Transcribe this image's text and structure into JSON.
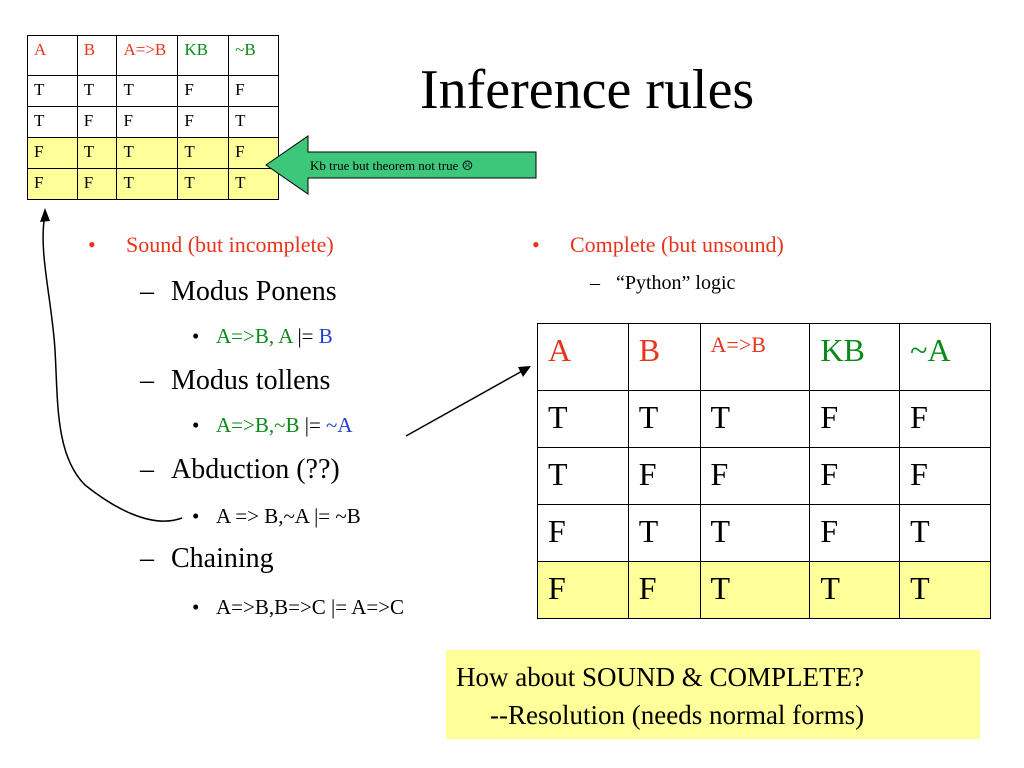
{
  "title": "Inference rules",
  "small_table": {
    "headers": [
      "A",
      "B",
      "A=>B",
      "KB",
      "~B"
    ],
    "rows": [
      [
        "T",
        "T",
        "T",
        "F",
        "F"
      ],
      [
        "T",
        "F",
        "F",
        "F",
        "T"
      ],
      [
        "F",
        "T",
        "T",
        "T",
        "F"
      ],
      [
        "F",
        "F",
        "T",
        "T",
        "T"
      ]
    ],
    "highlighted_rows": [
      2,
      3
    ]
  },
  "callout": "Kb true but theorem not true ☹",
  "left_list": {
    "heading": "Sound (but incomplete)",
    "items": [
      {
        "label": "Modus Ponens",
        "formula": {
          "a": "A=>B, A ",
          "turnstile": "|=",
          "b": " B"
        }
      },
      {
        "label": "Modus tollens",
        "formula": {
          "a": "A=>B,~B ",
          "turnstile": "|=",
          "b": " ~A"
        }
      },
      {
        "label": "Abduction (??)",
        "formula": {
          "a": "A => B,~A |= ~B"
        }
      },
      {
        "label": "Chaining",
        "formula": {
          "a": "A=>B,B=>C |= A=>C"
        }
      }
    ]
  },
  "right_list": {
    "heading": "Complete (but unsound)",
    "sub": "“Python” logic"
  },
  "big_table": {
    "headers": [
      "A",
      "B",
      "A=>B",
      "KB",
      "~A"
    ],
    "rows": [
      [
        "T",
        "T",
        "T",
        "F",
        "F"
      ],
      [
        "T",
        "F",
        "F",
        "F",
        "F"
      ],
      [
        "F",
        "T",
        "T",
        "F",
        "T"
      ],
      [
        "F",
        "F",
        "T",
        "T",
        "T"
      ]
    ],
    "highlighted_rows": [
      3
    ]
  },
  "bottom_box": {
    "line1": "How about SOUND & COMPLETE?",
    "line2": "--Resolution (needs normal forms)"
  },
  "colors": {
    "red": "#e8341c",
    "green": "#0a8a1a",
    "blue": "#1e3fd6",
    "highlight": "#ffff99",
    "callout_fill": "#3cc77a"
  }
}
